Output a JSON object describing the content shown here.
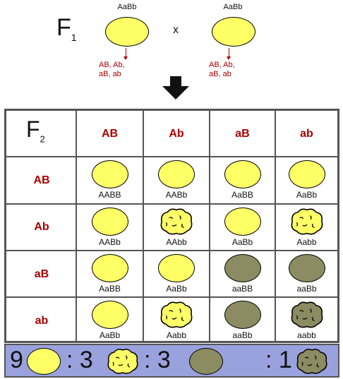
{
  "header": {
    "generation_label": "F",
    "generation_subscript": "1",
    "cross_symbol": "x",
    "parent_left_genotype": "AaBb",
    "parent_right_genotype": "AaBb",
    "gametes_left_line1": "AB, Ab,",
    "gametes_left_line2": "aB, ab",
    "gametes_right_line1": "AB, Ab,",
    "gametes_right_line2": "aB, ab",
    "arrow_icon": "down-arrow-icon"
  },
  "grid": {
    "corner_label": "F",
    "corner_subscript": "2",
    "columns": [
      "AB",
      "Ab",
      "aB",
      "ab"
    ],
    "rows": [
      {
        "label": "AB",
        "cells": [
          "AABB",
          "AABb",
          "AaBB",
          "AaBb"
        ],
        "phenotypes": [
          "yellow-round",
          "yellow-round",
          "yellow-round",
          "yellow-round"
        ]
      },
      {
        "label": "Ab",
        "cells": [
          "AABb",
          "AAbb",
          "AaBb",
          "Aabb"
        ],
        "phenotypes": [
          "yellow-round",
          "yellow-wrinkled",
          "yellow-round",
          "yellow-wrinkled"
        ]
      },
      {
        "label": "aB",
        "cells": [
          "AaBB",
          "AaBb",
          "aaBB",
          "aaBb"
        ],
        "phenotypes": [
          "yellow-round",
          "yellow-round",
          "green-round",
          "green-round"
        ]
      },
      {
        "label": "ab",
        "cells": [
          "AaBb",
          "Aabb",
          "aaBb",
          "aabb"
        ],
        "phenotypes": [
          "yellow-round",
          "yellow-wrinkled",
          "green-round",
          "green-wrinkled"
        ]
      }
    ]
  },
  "ratio": {
    "n1": "9",
    "n2": ": 3",
    "n3": ": 3",
    "n4": ": 1",
    "colors": {
      "yellow": "#ffff66",
      "green": "#8c8c62",
      "band": "#9aa2dd",
      "label_red": "#aa0000"
    }
  }
}
